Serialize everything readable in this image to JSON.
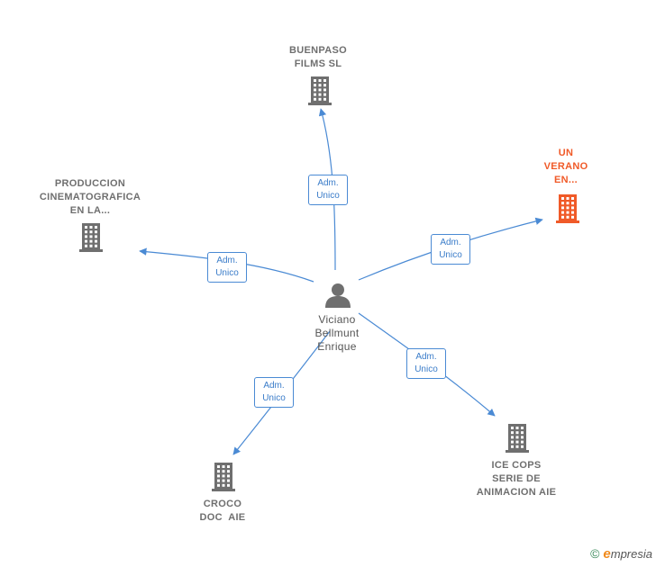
{
  "colors": {
    "edge": "#4a8ad4",
    "building": "#6f6f6f",
    "highlight": "#f05a28",
    "person": "#6f6f6f"
  },
  "center": {
    "name_lines": [
      "Viciano",
      "Bellmunt",
      "Enrique"
    ],
    "icon": "person-icon"
  },
  "nodes": [
    {
      "id": "buenpaso",
      "lines": [
        "BUENPASO",
        "FILMS SL"
      ],
      "icon": "building-icon",
      "highlight": false
    },
    {
      "id": "un-verano",
      "lines": [
        "UN",
        "VERANO",
        "EN..."
      ],
      "icon": "building-icon",
      "highlight": true
    },
    {
      "id": "produccion",
      "lines": [
        "PRODUCCION",
        "CINEMATOGRAFICA",
        "EN LA..."
      ],
      "icon": "building-icon",
      "highlight": false
    },
    {
      "id": "croco",
      "lines": [
        "CROCO",
        "DOC  AIE"
      ],
      "icon": "building-icon",
      "highlight": false
    },
    {
      "id": "ice-cops",
      "lines": [
        "ICE COPS",
        "SERIE DE",
        "ANIMACION AIE"
      ],
      "icon": "building-icon",
      "highlight": false
    }
  ],
  "edges": [
    {
      "to": "buenpaso",
      "label": [
        "Adm.",
        "Unico"
      ]
    },
    {
      "to": "un-verano",
      "label": [
        "Adm.",
        "Unico"
      ]
    },
    {
      "to": "produccion",
      "label": [
        "Adm.",
        "Unico"
      ]
    },
    {
      "to": "croco",
      "label": [
        "Adm.",
        "Unico"
      ]
    },
    {
      "to": "ice-cops",
      "label": [
        "Adm.",
        "Unico"
      ]
    }
  ],
  "footer": {
    "copyright": "©",
    "brand_initial": "e",
    "brand_rest": "mpresia"
  }
}
